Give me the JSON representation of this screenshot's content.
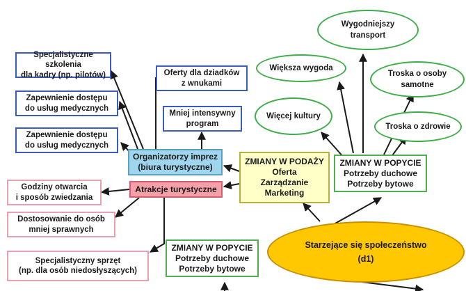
{
  "left_nodes": {
    "szkolenia": [
      "Specjalistyczne szkolenia",
      "dla kadry (np. pilotów)"
    ],
    "dostep1": [
      "Zapewnienie dostępu",
      "do usług medycznych"
    ],
    "dostep2": [
      "Zapewnienie dostępu",
      "do usług medycznych"
    ],
    "oferty": [
      "Oferty dla dziadków",
      "z wnukami"
    ],
    "mniej": [
      "Mniej intensywny",
      "program"
    ],
    "godziny": [
      "Godziny otwarcia",
      "i sposób zwiedzania"
    ],
    "dostosowanie": [
      "Dostosowanie do osób",
      "mniej sprawnych"
    ],
    "sprzet": [
      "Specjalistyczny sprzęt",
      "(np. dla osób niedosłyszących)"
    ]
  },
  "center_nodes": {
    "organizatorzy": [
      "Organizatorzy imprez",
      "(biura turystyczne)"
    ],
    "atrakcje": "Atrakcje turystyczne",
    "podaz": [
      "ZMIANY W PODAŻY",
      "Oferta",
      "Zarządzanie",
      "Marketing"
    ],
    "popyt_right": [
      "ZMIANY W POPYCIE",
      "Potrzeby duchowe",
      "Potrzeby bytowe"
    ],
    "popyt_bottom": [
      "ZMIANY W POPYCIE",
      "Potrzeby duchowe",
      "Potrzeby bytowe"
    ]
  },
  "right_nodes": {
    "transport": [
      "Wygodniejszy",
      "transport"
    ],
    "wygoda": "Większa wygoda",
    "samotne": [
      "Troska o osoby",
      "samotne"
    ],
    "kultura": "Więcej kultury",
    "zdrowie": "Troska o zdrowie"
  },
  "core": [
    "Starzejące się społeczeństwo",
    "(d1)"
  ],
  "colors": {
    "blue_border": "#3b5bbf",
    "pink_border": "#e8a0b0",
    "green_border": "#4caf50",
    "yellow_fill": "#ffffc8",
    "lightblue_fill": "#9fd6ee",
    "red_fill": "#f5a0a8",
    "core_fill": "#ffc800",
    "arrow": "#1a1a1a"
  }
}
